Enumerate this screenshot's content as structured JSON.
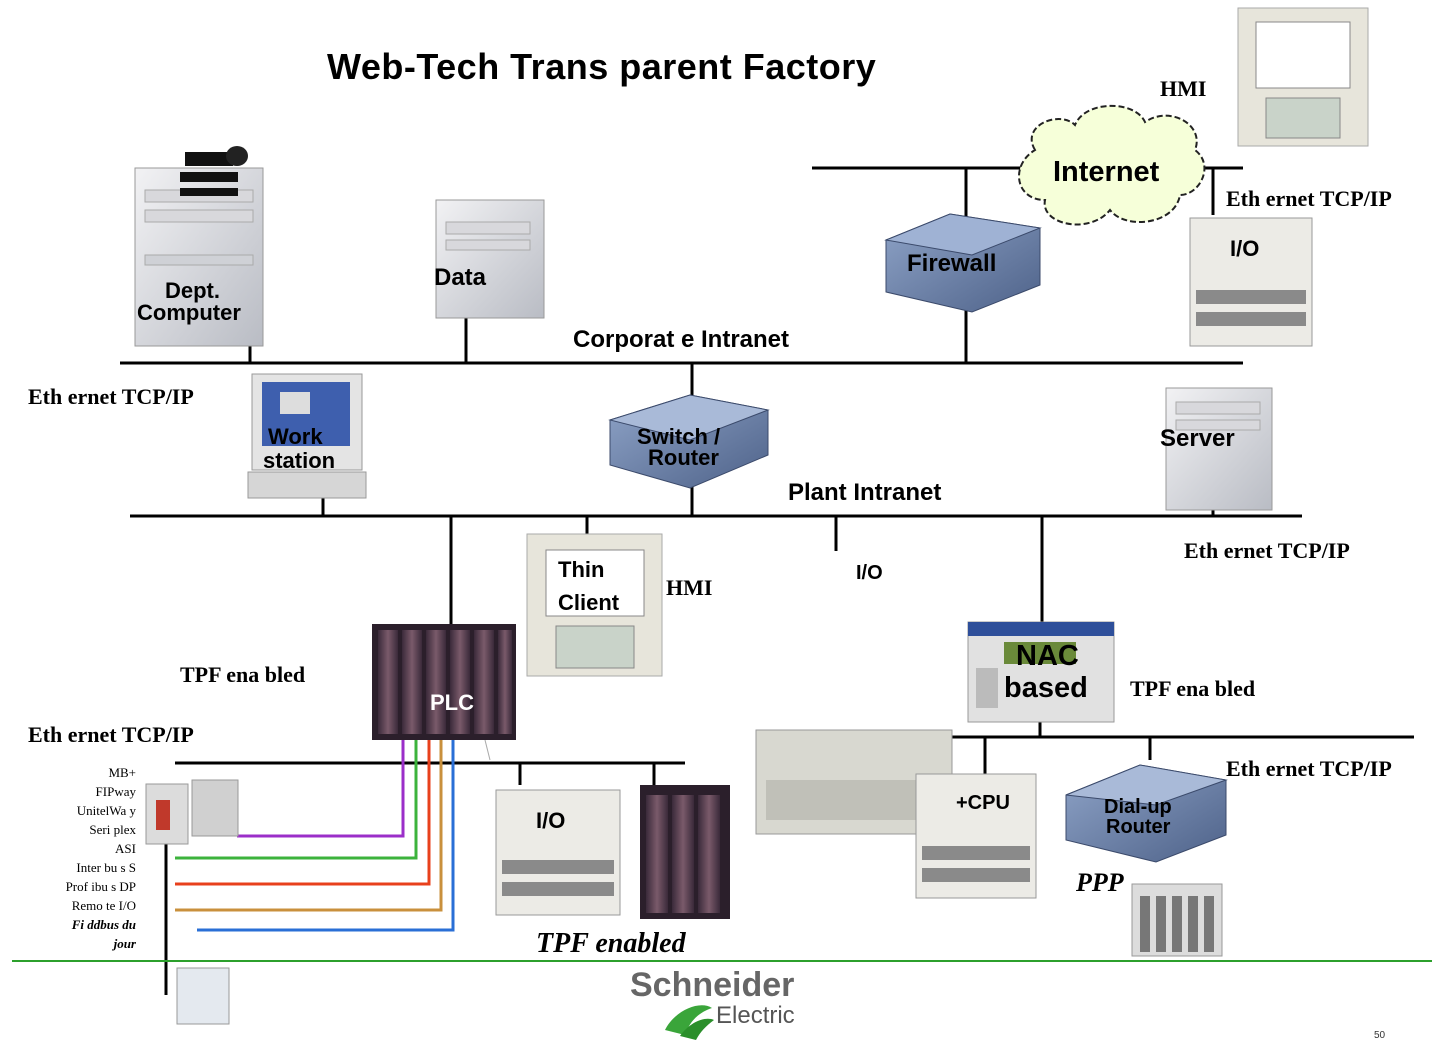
{
  "title": "Web-Tech Trans parent Factory",
  "networks": {
    "corporate": "Corporat e Intranet",
    "plant": "Plant Intranet"
  },
  "ethernet_label": "Eth ernet TCP/IP",
  "devices": {
    "hmi_top": "HMI",
    "internet": "Internet",
    "io_top": "I/O",
    "firewall": "Firewall",
    "data": "Data",
    "dept_computer_line1": "Dept.",
    "dept_computer_line2": "Computer",
    "workstation_line1": "Work",
    "workstation_line2": "station",
    "switch_line1": "Switch /",
    "switch_line2": "Router",
    "server": "Server",
    "thin_client_line1": "Thin",
    "thin_client_line2": "Client",
    "hmi_mid": "HMI",
    "io_mid": "I/O",
    "plc": "PLC",
    "nac_line1": "NAC",
    "nac_line2": "based",
    "io_bottom": "I/O",
    "cpu": "+CPU",
    "dialup_line1": "Dial-up",
    "dialup_line2": "Router",
    "ppp": "PPP"
  },
  "tpf_enabled": "TPF ena bled",
  "tpf_enabled_italic": "TPF enabled",
  "fieldbuses": [
    "MB+",
    "FIPway",
    "UnitelWa y",
    "Seri plex",
    "ASI",
    "Inter bu s S",
    "Prof ibu s DP",
    "Remo te I/O"
  ],
  "fieldbus_du_jour_line1": "Fi ddbus du",
  "fieldbus_du_jour_line2": "jour",
  "logo": {
    "brand": "Schneider",
    "sub": "Electric"
  },
  "page_number": "50",
  "colors": {
    "accent_green": "#2ca02c",
    "bus_purple": "#9b2fc9",
    "bus_green": "#3cb33c",
    "bus_red": "#e8401c",
    "bus_tan": "#c9903c",
    "bus_blue": "#2a6fd6"
  }
}
